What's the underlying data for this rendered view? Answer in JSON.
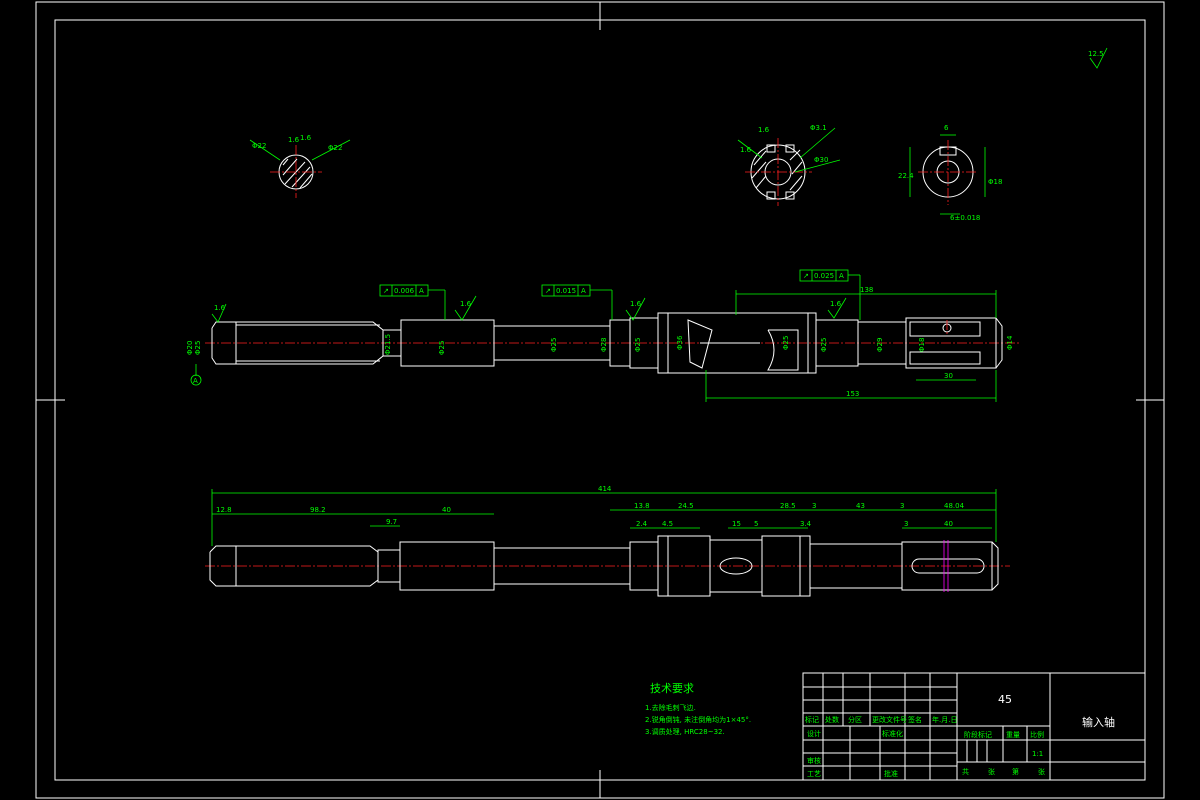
{
  "drawing": {
    "roughness_symbol": "12.5",
    "section_views": {
      "left": {
        "dims": [
          "1.6",
          "1.6",
          "Φ22",
          "Φ22"
        ]
      },
      "middle": {
        "dims": [
          "1.6",
          "1.6",
          "Φ3.1",
          "Φ30"
        ]
      },
      "right": {
        "dims": [
          "6",
          "22.4",
          "Φ18",
          "6±0.018"
        ]
      }
    },
    "top_view": {
      "tolerance_frames": [
        {
          "symbol": "↗",
          "value": "0.006",
          "datum": "A"
        },
        {
          "symbol": "↗",
          "value": "0.015",
          "datum": "A"
        },
        {
          "symbol": "↗",
          "value": "0.025",
          "datum": "A"
        }
      ],
      "roughness": [
        "1.6",
        "1.6",
        "1.6",
        "1.6"
      ],
      "datum_label": "A",
      "dims": {
        "len_138": "138",
        "len_153": "153",
        "len_30": "30",
        "dia_labels": [
          "Φ20",
          "Φ25",
          "Φ21.5",
          "Φ25",
          "Φ25",
          "Φ28",
          "Φ25",
          "Φ36",
          "Φ25",
          "Φ25",
          "Φ29",
          "Φ18",
          "Φ14"
        ]
      }
    },
    "bottom_view": {
      "overall": "414",
      "dims_top_row": [
        "12.8",
        "98.2",
        "40",
        "13.8",
        "24.5",
        "28.5",
        "3",
        "43",
        "3",
        "48.04"
      ],
      "dims_second_row": [
        "9.7",
        "2.4",
        "4.5",
        "15",
        "5",
        "3.4",
        "3",
        "40"
      ]
    }
  },
  "tech_requirements": {
    "title": "技术要求",
    "items": [
      "1.去除毛刺飞边.",
      "2.锐角倒钝, 未注倒角均为1×45°.",
      "3.调质处理, HRC28~32."
    ]
  },
  "title_block": {
    "material": "45",
    "part_name": "输入轴",
    "headers": [
      "标记",
      "处数",
      "分区",
      "更改文件号",
      "签名",
      "年.月.日"
    ],
    "rows_left": [
      "设计",
      "审核",
      "工艺"
    ],
    "standardize": "标准化",
    "approve": "批准",
    "stage_mark": "阶段标记",
    "weight": "重量",
    "scale_label": "比例",
    "scale_value": "1:1",
    "sheet": [
      "共",
      "张",
      "第",
      "张"
    ]
  }
}
